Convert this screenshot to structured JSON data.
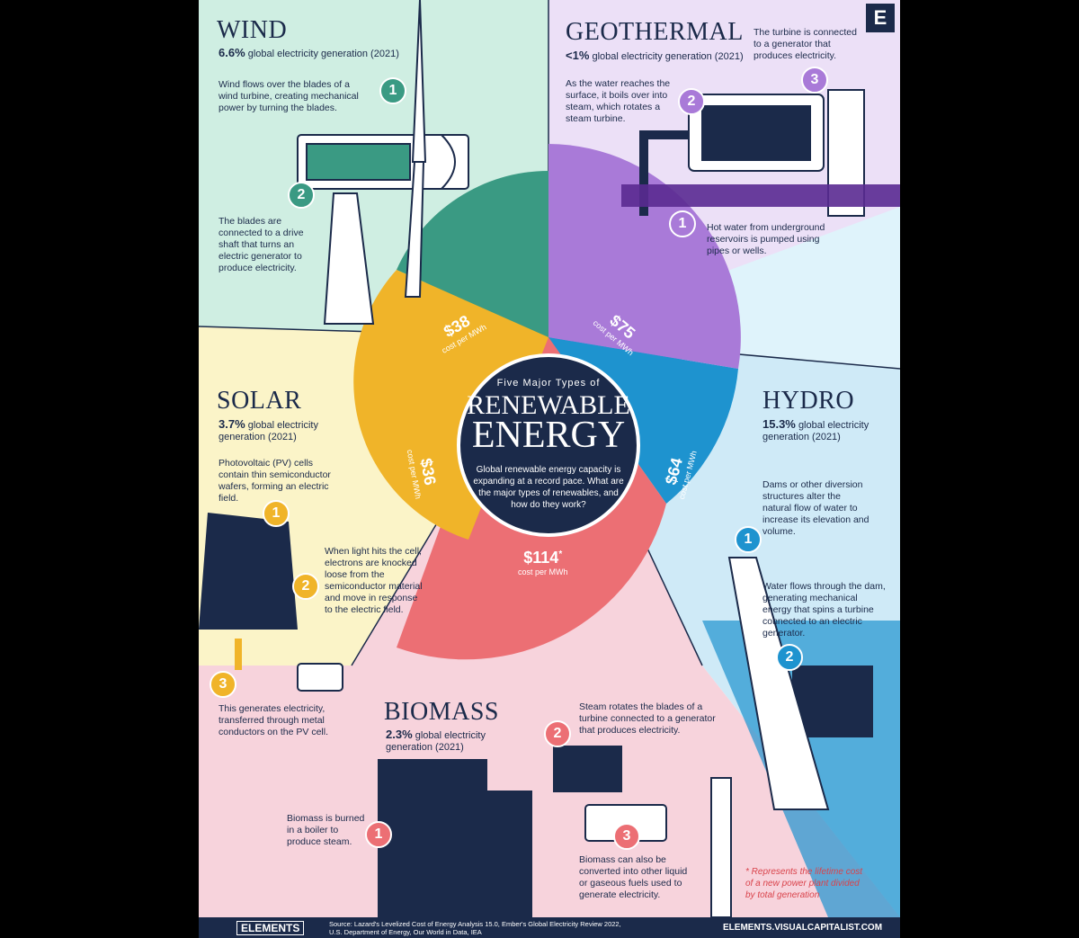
{
  "center": {
    "kicker": "Five Major Types of",
    "title1": "RENEWABLE",
    "title2": "ENERGY",
    "body": "Global renewable energy capacity is expanding at a record pace. What are the major types of renewables, and how do they work?"
  },
  "badge": "E",
  "sections": {
    "wind": {
      "title": "WIND",
      "stat": "6.6%",
      "stat_label": "global electricity generation (2021)",
      "cost": "$38",
      "cost_unit": "cost per MWh",
      "steps": [
        "Wind flows over the blades of a wind turbine, creating mechanical power by turning the blades.",
        "The blades are connected to a drive shaft that turns an electric generator to produce electricity."
      ]
    },
    "geothermal": {
      "title": "GEOTHERMAL",
      "stat": "<1%",
      "stat_label": "global electricity generation (2021)",
      "cost": "$75",
      "cost_unit": "cost per MWh",
      "steps": [
        "Hot water from underground reservoirs is pumped using pipes or wells.",
        "As the water reaches the surface, it boils over into steam, which rotates a steam turbine.",
        "The turbine is connected to a generator that produces electricity."
      ]
    },
    "solar": {
      "title": "SOLAR",
      "stat": "3.7%",
      "stat_label": "global electricity generation (2021)",
      "cost": "$36",
      "cost_unit": "cost per MWh",
      "steps": [
        "Photovoltaic (PV) cells contain thin semiconductor wafers, forming an electric field.",
        "When light hits the cell, electrons are knocked loose from the semiconductor material and move in response to the electric field.",
        "This generates electricity, transferred through metal conductors on the PV cell."
      ]
    },
    "hydro": {
      "title": "HYDRO",
      "stat": "15.3%",
      "stat_label": "global electricity generation (2021)",
      "cost": "$64",
      "cost_unit": "cost per MWh",
      "steps": [
        "Dams or other diversion structures alter the natural flow of water to increase its elevation and volume.",
        "Water flows through the dam, generating mechanical energy that spins a turbine connected to an electric generator."
      ]
    },
    "biomass": {
      "title": "BIOMASS",
      "stat": "2.3%",
      "stat_label": "global electricity generation (2021)",
      "cost": "$114",
      "cost_mark": "*",
      "cost_unit": "cost per MWh",
      "steps": [
        "Biomass is burned in a boiler to produce steam.",
        "Steam rotates the blades of a turbine connected to a generator that produces electricity.",
        "Biomass can also be converted into other liquid or gaseous fuels used to generate electricity."
      ]
    }
  },
  "footnote": "* Represents the lifetime cost of a new power plant divided by total generation",
  "footer": {
    "brand": "ELEMENTS",
    "source": "Source: Lazard's Levelized Cost of Energy Analysis 15.0, Ember's Global Electricity Review 2022, U.S. Department of Energy, Our World in Data, IEA",
    "url": "ELEMENTS.VISUALCAPITALIST.COM"
  },
  "colors": {
    "wind": "#3a9a83",
    "geothermal": "#a97ad8",
    "solar": "#f0b429",
    "hydro": "#1e93cf",
    "biomass": "#ec6f74",
    "navy": "#1b2a4a"
  }
}
